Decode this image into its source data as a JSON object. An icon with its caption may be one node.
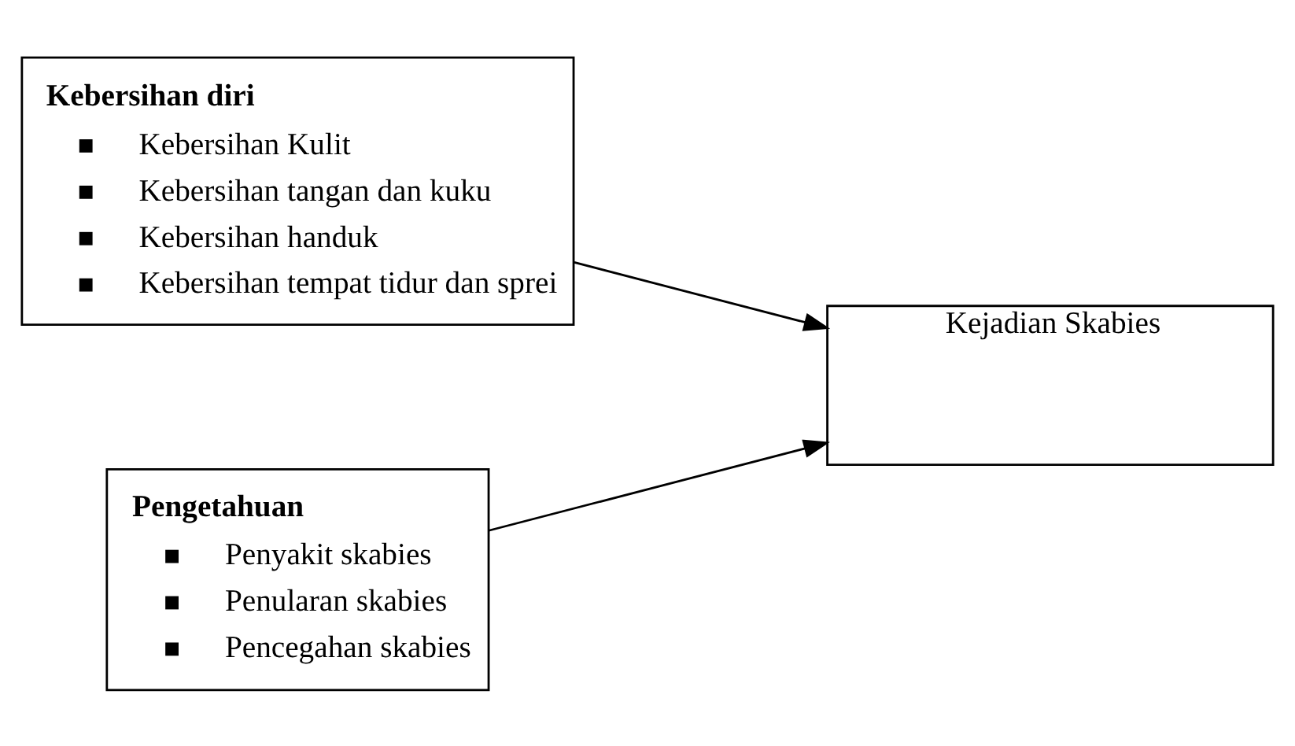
{
  "diagram": {
    "nodes": [
      {
        "text": [
          "Kebersihan diri",
          "Kebersihan Kulit",
          "Kebersihan tangan dan kuku",
          "Kebersihan handuk",
          "Kebersihan tempat tidur dan sprei"
        ]
      },
      {
        "text": [
          "Kejadian Skabies"
        ]
      },
      {
        "text": [
          "Pengetahuan",
          "Penyakit skabies",
          "Penularan skabies",
          "Pencegahan skabies"
        ]
      }
    ],
    "edges": [
      {
        "from": 0,
        "to": 1,
        "arrow": "to"
      },
      {
        "from": 2,
        "to": 1,
        "arrow": "to"
      }
    ]
  }
}
